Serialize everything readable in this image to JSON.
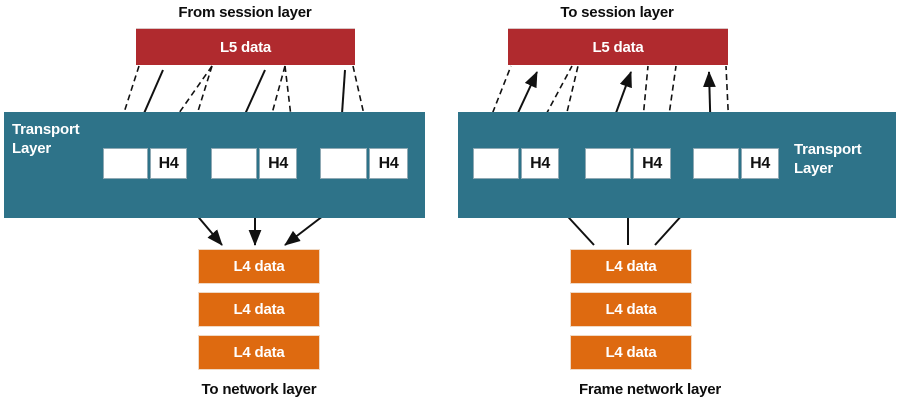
{
  "diagram": {
    "title_left": "From session layer",
    "title_right": "To session layer",
    "footer_left": "To network layer",
    "footer_right": "Frame network layer",
    "colors": {
      "l5_red": "#b02a2e",
      "transport_teal": "#2e7389",
      "l4_orange": "#de6a10",
      "background": "#ffffff",
      "line_black": "#111111"
    }
  },
  "left_panel": {
    "header_label": "From session layer",
    "l5_label": "L5 data",
    "transport_label": "Transport\nLayer",
    "segments": [
      {
        "payload_label": "",
        "header_label": "H4"
      },
      {
        "payload_label": "",
        "header_label": "H4"
      },
      {
        "payload_label": "",
        "header_label": "H4"
      }
    ],
    "l4_boxes": [
      {
        "label": "L4 data"
      },
      {
        "label": "L4 data"
      },
      {
        "label": "L4 data"
      }
    ],
    "footer_label": "To network layer"
  },
  "right_panel": {
    "header_label": "To session layer",
    "l5_label": "L5 data",
    "transport_label": "Transport\nLayer",
    "segments": [
      {
        "payload_label": "",
        "header_label": "H4"
      },
      {
        "payload_label": "",
        "header_label": "H4"
      },
      {
        "payload_label": "",
        "header_label": "H4"
      }
    ],
    "l4_boxes": [
      {
        "label": "L4 data"
      },
      {
        "label": "L4 data"
      },
      {
        "label": "L4 data"
      }
    ],
    "footer_label": "Frame network layer"
  }
}
